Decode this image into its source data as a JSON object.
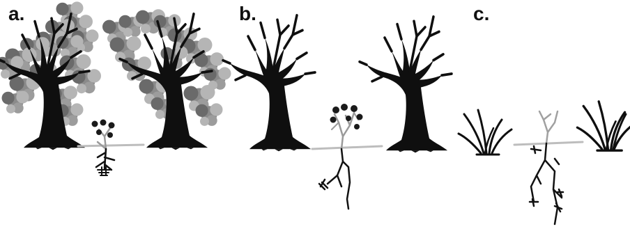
{
  "panels": [
    {
      "label": "a.",
      "scene": "canopy-with-seedling"
    },
    {
      "label": "b.",
      "scene": "dieback-with-sapling"
    },
    {
      "label": "c.",
      "scene": "grass-with-resprout"
    }
  ],
  "colors": {
    "trunk": "#0f0f0f",
    "foliage": "#8a8a8a",
    "foliage_light": "#b5b5b5",
    "foliage_dark": "#6a6a6a",
    "ground_line": "#bdbdbd",
    "stem_light": "#9a9a9a",
    "root": "#111111",
    "label": "#111111"
  }
}
